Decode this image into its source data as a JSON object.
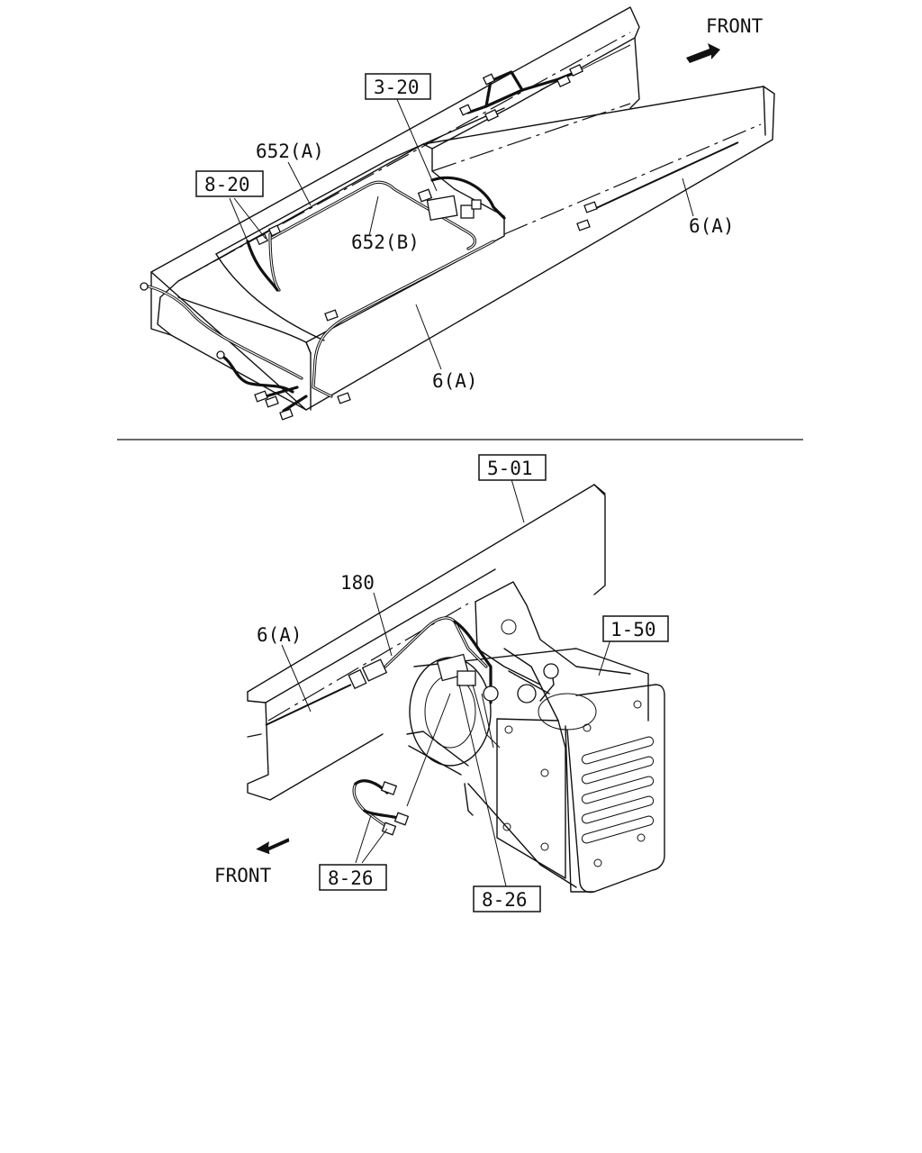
{
  "labels": {
    "front_top": "FRONT",
    "front_bottom": "FRONT",
    "ref_3_20": "3-20",
    "ref_8_20": "8-20",
    "ref_5_01": "5-01",
    "ref_1_50": "1-50",
    "ref_8_26_left": "8-26",
    "ref_8_26_right": "8-26",
    "part_652a": "652(A)",
    "part_652b": "652(B)",
    "part_6a_right": "6(A)",
    "part_6a_bottom": "6(A)",
    "part_6a_lower": "6(A)",
    "part_180": "180"
  }
}
